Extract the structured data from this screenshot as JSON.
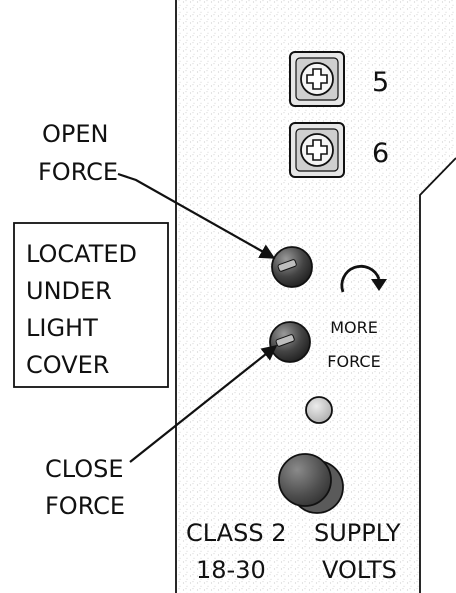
{
  "terminals": [
    {
      "id": "terminal-5",
      "number": "5"
    },
    {
      "id": "terminal-6",
      "number": "6"
    }
  ],
  "open_force": {
    "line1": "OPEN",
    "line2": "FORCE"
  },
  "close_force": {
    "line1": "CLOSE",
    "line2": "FORCE"
  },
  "located_box": {
    "lines": [
      "LOCATED",
      "UNDER",
      "LIGHT",
      "COVER"
    ]
  },
  "more_force": {
    "line1": "MORE",
    "line2": "FORCE"
  },
  "supply": {
    "line1_left": "CLASS 2",
    "line1_right": "SUPPLY",
    "line2_left": "18-30",
    "line2_right": "VOLTS"
  },
  "colors": {
    "ink": "#111111",
    "panel_texture": "#bdbdbd",
    "knob_dark": "#4a4a4a",
    "led": "#bfbfbf"
  }
}
